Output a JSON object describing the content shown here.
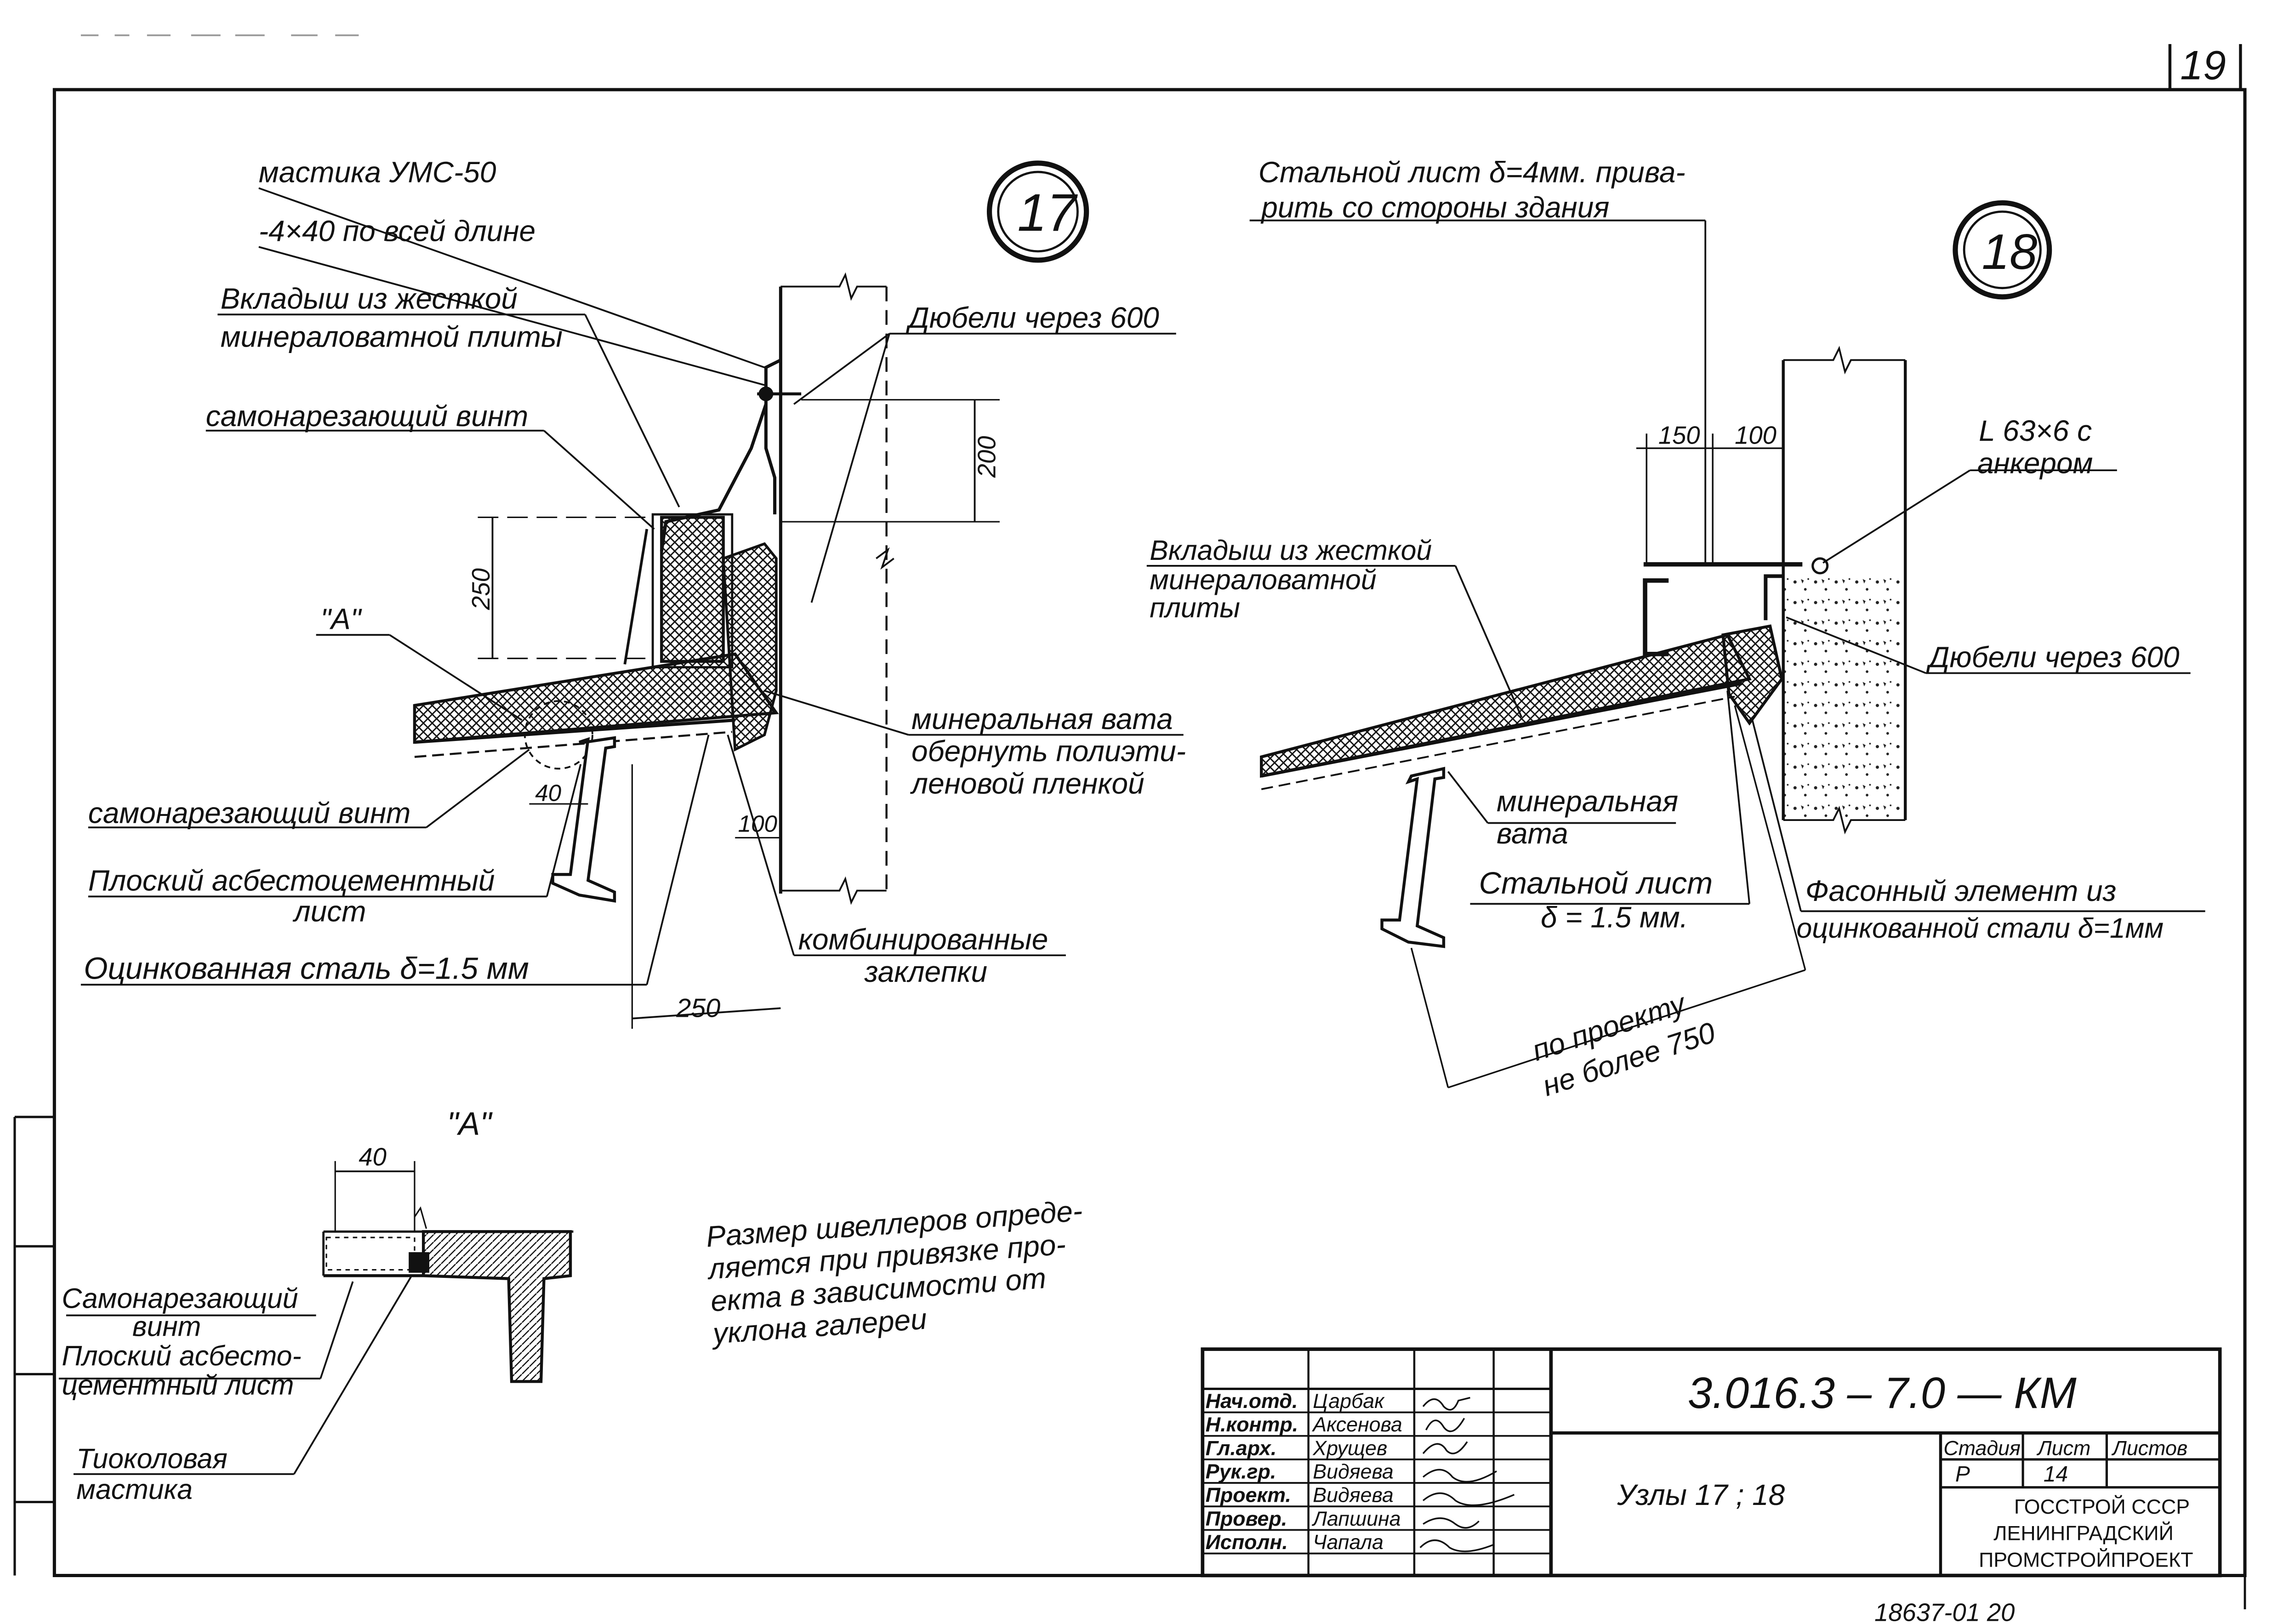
{
  "sheet": {
    "page_number": "19",
    "bottom_code": "18637-01 20"
  },
  "node17": {
    "number": "17",
    "labels": {
      "mastic": "мастика УМС-50",
      "strip": "-4×40 по всей длине",
      "insert_line1": "Вкладыш из жесткой",
      "insert_line2": "минераловатной плиты",
      "screw_top": "самонарезающий винт",
      "mark_a": "\"А\"",
      "screw_bottom": "самонарезающий винт",
      "asbestos_line1": "Плоский асбестоцементный",
      "asbestos_line2": "лист",
      "galv_steel": "Оцинкованная сталь δ=1.5 мм",
      "dowels": "Дюбели через 600",
      "mineral_line1": "минеральная вата",
      "mineral_line2": "обернуть полиэти-",
      "mineral_line3": "леновой пленкой",
      "rivets_line1": "комбинированные",
      "rivets_line2": "заклепки"
    },
    "dims": {
      "d200": "200",
      "d250v": "250",
      "d40": "40",
      "d100": "100",
      "d250h": "250"
    }
  },
  "node18": {
    "number": "18",
    "labels": {
      "steel_sheet_line1": "Стальной лист δ=4мм. прива-",
      "steel_sheet_line2": "рить со стороны здания",
      "angle_line1": "L 63×6 с",
      "angle_line2": "анкером",
      "insert_line1": "Вкладыш из жесткой",
      "insert_line2": "минераловатной",
      "insert_line3": "плиты",
      "dowels": "Дюбели через 600",
      "mineral_line1": "минеральная",
      "mineral_line2": "вата",
      "steel_line1": "Стальной лист",
      "steel_line2": "δ = 1.5 мм.",
      "shaped_line1": "Фасонный элемент из",
      "shaped_line2": "оцинкованной стали δ=1мм",
      "design_line1": "по проекту",
      "design_line2": "не более 750"
    },
    "dims": {
      "d150": "150",
      "d100": "100"
    }
  },
  "detailA": {
    "title": "\"А\"",
    "dim40": "40",
    "screw_line1": "Самонарезающий",
    "screw_line2": "винт",
    "sheet_line1": "Плоский асбесто-",
    "sheet_line2": "цементный лист",
    "mastic_line1": "Тиоколовая",
    "mastic_line2": "мастика"
  },
  "note": [
    "Размер швеллеров опреде-",
    "ляется при привязке про-",
    "екта в зависимости от",
    "уклона галереи"
  ],
  "title_block": {
    "code": "3.016.3 – 7.0 — КМ",
    "name": "Узлы 17 ; 18",
    "roles": [
      {
        "role": "Нач.отд.",
        "name": "Царбак"
      },
      {
        "role": "Н.контр.",
        "name": "Аксенова"
      },
      {
        "role": "Гл.арх.",
        "name": "Хрущев"
      },
      {
        "role": "Рук.гр.",
        "name": "Видяева"
      },
      {
        "role": "Проект.",
        "name": "Видяева"
      },
      {
        "role": "Провер.",
        "name": "Лапшина"
      },
      {
        "role": "Исполн.",
        "name": "Чапала"
      }
    ],
    "stage_header": "Стадия",
    "sheet_header": "Лист",
    "sheets_header": "Листов",
    "stage": "Р",
    "sheet": "14",
    "org_line1": "ГОССТРОЙ СССР",
    "org_line2": "ЛЕНИНГРАДСКИЙ",
    "org_line3": "ПРОМСТРОЙПРОЕКТ"
  }
}
